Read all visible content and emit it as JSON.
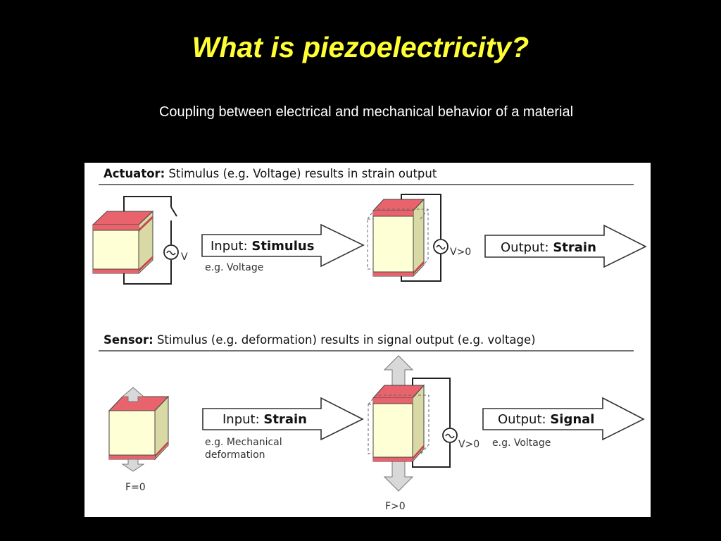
{
  "slide": {
    "title": "What is piezoelectricity?",
    "subtitle": "Coupling between electrical and mechanical behavior of a material"
  },
  "actuator": {
    "heading_bold": "Actuator:",
    "heading_rest": " Stimulus (e.g. Voltage) results in strain output",
    "source_label_left": "V",
    "source_label_right": "V>0",
    "input_prefix": "Input: ",
    "input_bold": "Stimulus",
    "input_example": "e.g. Voltage",
    "output_prefix": "Output: ",
    "output_bold": "Strain"
  },
  "sensor": {
    "heading_bold": "Sensor:",
    "heading_rest": " Stimulus (e.g. deformation) results in signal output (e.g. voltage)",
    "force_left": "F=0",
    "force_right": "F>0",
    "source_label_right": "V>0",
    "input_prefix": "Input: ",
    "input_bold": "Strain",
    "input_example_line1": "e.g. Mechanical",
    "input_example_line2": "deformation",
    "output_prefix": "Output: ",
    "output_bold": "Signal",
    "output_example": "e.g. Voltage"
  },
  "colors": {
    "electrode": "#e8636b",
    "electrode_side": "#c9454e",
    "crystal_front": "#ffffd6",
    "crystal_side": "#d9d9a6",
    "force_arrow": "#d8d8d8"
  },
  "icons": [
    "ac-source-icon",
    "double-arrow-icon",
    "block-arrow-icon"
  ]
}
